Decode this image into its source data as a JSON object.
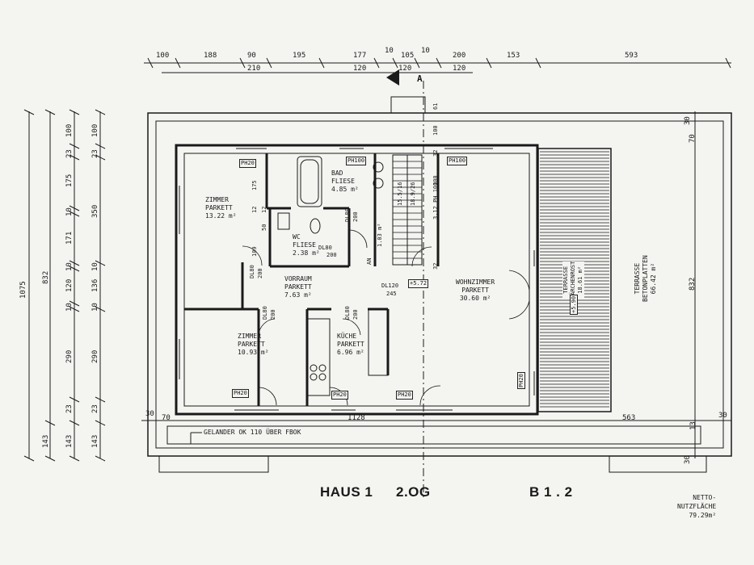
{
  "top_dims_row1": [
    "100",
    "188",
    "90",
    "195",
    "177",
    "10",
    "105",
    "10",
    "200",
    "153",
    "593"
  ],
  "top_dims_row2": [
    "210",
    "120",
    "120",
    "120"
  ],
  "section_marker": "A",
  "left_dims": {
    "col1": [
      "1075"
    ],
    "col2": [
      "832",
      "143"
    ],
    "col3": [
      "100",
      "23",
      "175",
      "10",
      "171",
      "10",
      "120",
      "10",
      "290",
      "23",
      "143"
    ],
    "col4": [
      "100",
      "23",
      "350",
      "10",
      "136",
      "10",
      "290",
      "23",
      "143"
    ]
  },
  "bottom_dims": [
    "30",
    "70",
    "1128",
    "563",
    "13",
    "30"
  ],
  "right_dims": [
    "30",
    "70",
    "832",
    "13",
    "30"
  ],
  "rooms": {
    "zimmer1": {
      "name": "ZIMMER",
      "floor": "PARKETT",
      "area": "13.22 m²"
    },
    "bad": {
      "name": "BAD",
      "floor": "FLIESE",
      "area": "4.85 m²"
    },
    "wc": {
      "name": "WC",
      "floor": "FLIESE",
      "area": "2.38 m²"
    },
    "vorraum": {
      "name": "VORRAUM",
      "floor": "PARKETT",
      "area": "7.63 m²"
    },
    "zimmer2": {
      "name": "ZIMMER",
      "floor": "PARKETT",
      "area": "10.93 m²"
    },
    "kueche": {
      "name": "KÜCHE",
      "floor": "PARKETT",
      "area": "6.96 m²"
    },
    "wohnzimmer": {
      "name": "WOHNZIMMER",
      "floor": "PARKETT",
      "area": "30.60 m²"
    },
    "terrasse": {
      "name": "TERRASSE",
      "floor": "BETONPLATTEN",
      "area": "66.42 m²"
    },
    "terrasse_small": {
      "name": "TERRASSE",
      "floor": "LÄRCHENROST",
      "area": "18.61 m²"
    }
  },
  "tags": [
    "PH20",
    "PH100",
    "PH100",
    "PH20",
    "PH20",
    "PH20",
    "PH20"
  ],
  "openings": [
    "DL80",
    "200",
    "DL80",
    "200",
    "DL80",
    "200",
    "DL80",
    "200",
    "DL80",
    "200",
    "DL120",
    "245",
    "DL80",
    "200"
  ],
  "levels": [
    "+5.72",
    "+5.90"
  ],
  "stair": [
    "15.5/16",
    "18.9/26",
    "3.12 PH 100",
    "AN",
    "1.03 m²"
  ],
  "small_dims": [
    "175",
    "12",
    "12",
    "50",
    "109",
    "61",
    "100",
    "100",
    "32",
    "32"
  ],
  "railing_note": "GELANDER OK 110 ÜBER FBOK",
  "title_left": "HAUS 1",
  "title_floor": "2.OG",
  "title_code": "B 1 . 2",
  "netto": {
    "line1": "NETTO-",
    "line2": "NUTZFLÄCHE",
    "value": "79.29m²"
  }
}
